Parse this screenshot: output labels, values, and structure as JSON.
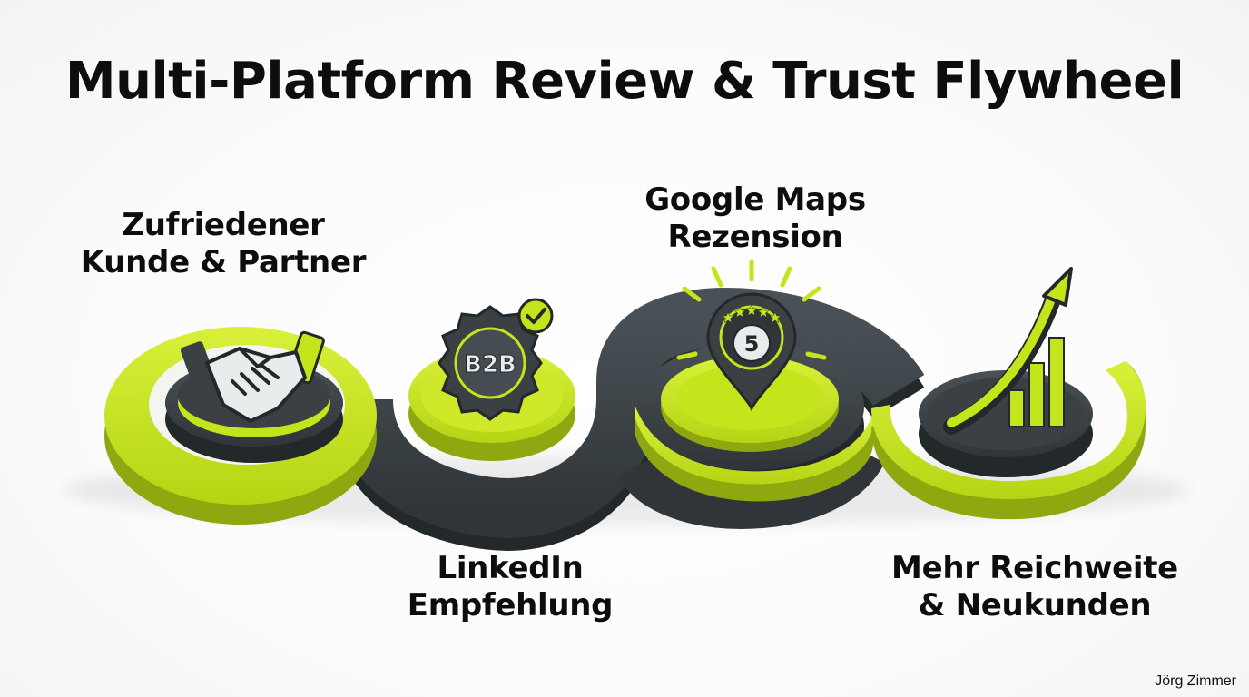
{
  "title": "Multi-Platform Review & Trust Flywheel",
  "stages": [
    {
      "lines": [
        "Zufriedener",
        "Kunde & Partner"
      ],
      "icon": "handshake-icon"
    },
    {
      "lines": [
        "LinkedIn",
        "Empfehlung"
      ],
      "icon": "b2b-badge-icon",
      "badge_text": "B2B"
    },
    {
      "lines": [
        "Google Maps",
        "Rezension"
      ],
      "icon": "map-pin-five-stars-icon",
      "badge_text": "5"
    },
    {
      "lines": [
        "Mehr Reichweite",
        "& Neukunden"
      ],
      "icon": "growth-arrow-icon"
    }
  ],
  "author": "Jörg Zimmer",
  "colors": {
    "lime": "#c4e41c",
    "lime_dark": "#8fa80f",
    "charcoal": "#3a4044",
    "charcoal_dark": "#23282b"
  }
}
